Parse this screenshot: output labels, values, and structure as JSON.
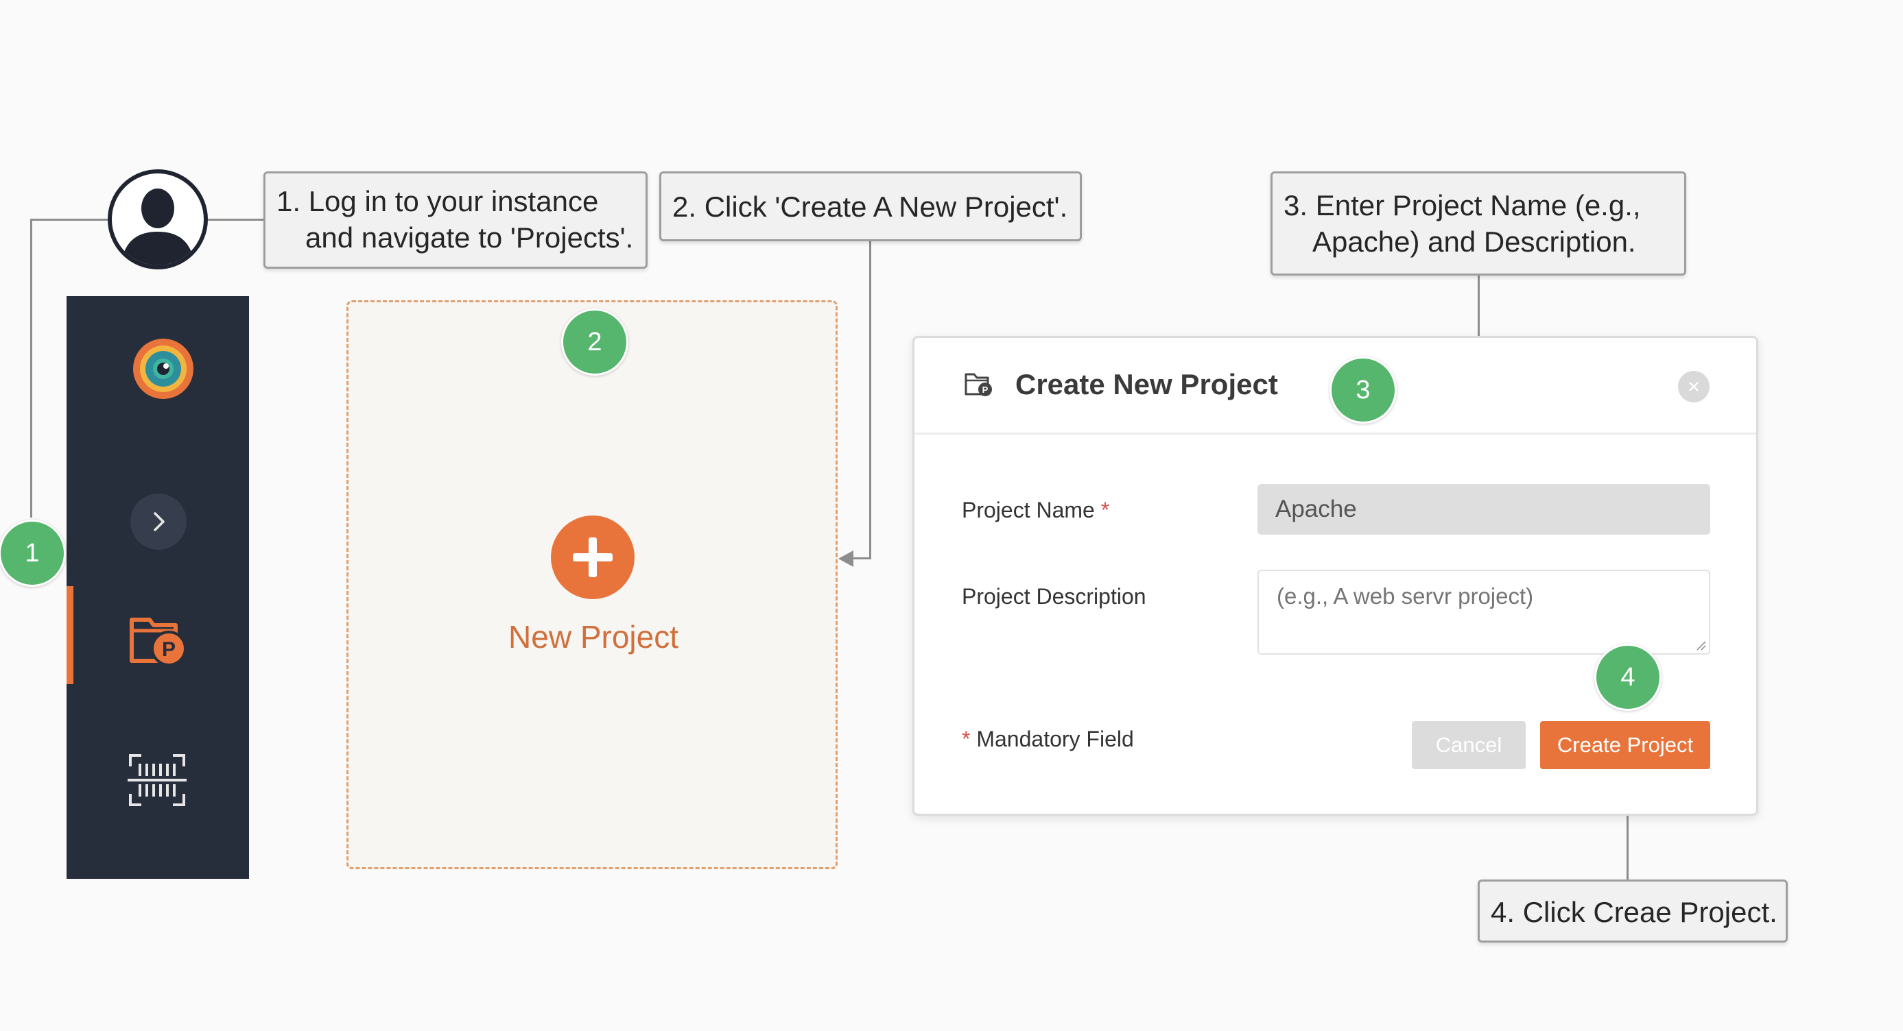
{
  "callouts": {
    "step1_line1": "1. Log in to your instance",
    "step1_line2": "and navigate to 'Projects'.",
    "step2": "2. Click 'Create A New Project'.",
    "step3_line1": "3. Enter Project Name (e.g.,",
    "step3_line2": "Apache) and Description.",
    "step4": "4. Click Creae Project."
  },
  "badges": {
    "b1": "1",
    "b2": "2",
    "b3": "3",
    "b4": "4"
  },
  "new_project_card": {
    "label": "New Project"
  },
  "dialog": {
    "title": "Create New Project",
    "project_name_label": "Project Name",
    "required_marker": "*",
    "project_name_value": "Apache",
    "project_description_label": "Project Description",
    "project_description_placeholder": "(e.g., A web servr project)",
    "mandatory_note": "Mandatory Field",
    "cancel_label": "Cancel",
    "create_label": "Create Project"
  },
  "icons": {
    "user": "user-avatar-icon",
    "logo": "app-logo-icon",
    "expand": "chevron-right-icon",
    "projects": "projects-folder-icon",
    "scanner": "barcode-scan-icon",
    "add": "plus-icon",
    "dialog_folder": "folder-icon",
    "close": "close-icon"
  },
  "colors": {
    "accent": "#e8743b",
    "badge": "#56b66e",
    "sidebar": "#262d3b"
  }
}
